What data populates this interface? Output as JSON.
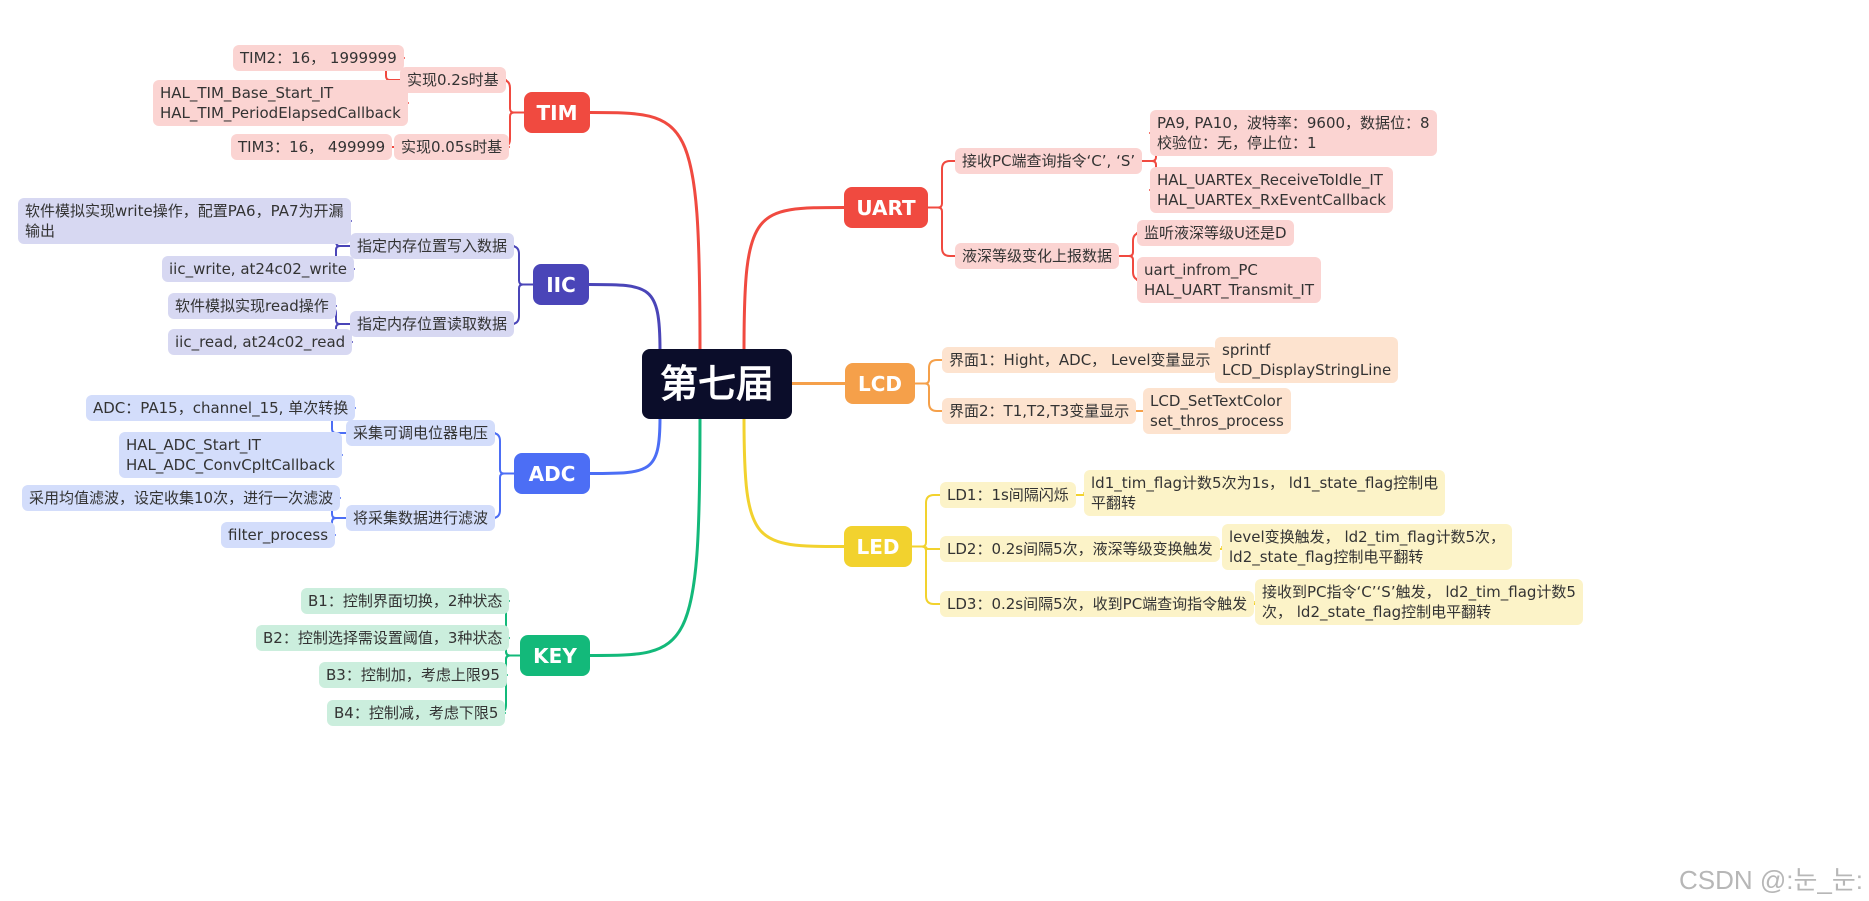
{
  "mindmap": {
    "root": "第七届",
    "branches": {
      "tim": {
        "label": "TIM",
        "color": "#f04a40",
        "subs": [
          {
            "label": "实现0.2s时基",
            "leaves": [
              "TIM2：16， 1999999",
              "HAL_TIM_Base_Start_IT\nHAL_TIM_PeriodElapsedCallback"
            ]
          },
          {
            "label": "实现0.05s时基",
            "leaves": [
              "TIM3：16， 499999"
            ]
          }
        ]
      },
      "iic": {
        "label": "IIC",
        "color": "#4a45b8",
        "subs": [
          {
            "label": "指定内存位置写入数据",
            "leaves": [
              "软件模拟实现write操作，配置PA6，PA7为开漏\n输出",
              "iic_write, at24c02_write"
            ]
          },
          {
            "label": "指定内存位置读取数据",
            "leaves": [
              "软件模拟实现read操作",
              "iic_read, at24c02_read"
            ]
          }
        ]
      },
      "adc": {
        "label": "ADC",
        "color": "#4c6ef5",
        "subs": [
          {
            "label": "采集可调电位器电压",
            "leaves": [
              "ADC：PA15，channel_15, 单次转换",
              "HAL_ADC_Start_IT\nHAL_ADC_ConvCpltCallback"
            ]
          },
          {
            "label": "将采集数据进行滤波",
            "leaves": [
              "采用均值滤波，设定收集10次，进行一次滤波",
              "filter_process"
            ]
          }
        ]
      },
      "key": {
        "label": "KEY",
        "color": "#13b97a",
        "subs": [
          {
            "label": "B1：控制界面切换，2种状态",
            "leaves": []
          },
          {
            "label": "B2：控制选择需设置阈值，3种状态",
            "leaves": []
          },
          {
            "label": "B3：控制加，考虑上限95",
            "leaves": []
          },
          {
            "label": "B4：控制减，考虑下限5",
            "leaves": []
          }
        ]
      },
      "uart": {
        "label": "UART",
        "color": "#f04a40",
        "subs": [
          {
            "label": "接收PC端查询指令‘C’, ‘S’",
            "leaves": [
              "PA9, PA10，波特率：9600，数据位：8\n校验位：无，停止位：1",
              "HAL_UARTEx_ReceiveToIdle_IT\nHAL_UARTEx_RxEventCallback"
            ]
          },
          {
            "label": "液深等级变化上报数据",
            "leaves": [
              "监听液深等级U还是D",
              "uart_infrom_PC\nHAL_UART_Transmit_IT"
            ]
          }
        ]
      },
      "lcd": {
        "label": "LCD",
        "color": "#f5a04a",
        "subs": [
          {
            "label": "界面1：Hight，ADC， Level变量显示",
            "leaves": [
              "sprintf\nLCD_DisplayStringLine"
            ]
          },
          {
            "label": "界面2：T1,T2,T3变量显示",
            "leaves": [
              "LCD_SetTextColor\nset_thros_process"
            ]
          }
        ]
      },
      "led": {
        "label": "LED",
        "color": "#f2d22e",
        "subs": [
          {
            "label": "LD1：1s间隔闪烁",
            "leaves": [
              "ld1_tim_flag计数5次为1s， ld1_state_flag控制电\n平翻转"
            ]
          },
          {
            "label": "LD2：0.2s间隔5次，液深等级变换触发",
            "leaves": [
              "level变换触发， ld2_tim_flag计数5次，\nld2_state_flag控制电平翻转"
            ]
          },
          {
            "label": "LD3：0.2s间隔5次，收到PC端查询指令触发",
            "leaves": [
              "接收到PC指令‘C’‘S’触发， ld2_tim_flag计数5\n次， ld2_state_flag控制电平翻转"
            ]
          }
        ]
      }
    }
  },
  "colors": {
    "root_bg": "#0b0d2a",
    "tim": "#f04a40",
    "iic": "#4a45b8",
    "adc": "#4c6ef5",
    "key": "#13b97a",
    "uart": "#f04a40",
    "lcd": "#f5a04a",
    "led": "#f2d22e"
  },
  "watermark": "CSDN @:눈_눈:"
}
